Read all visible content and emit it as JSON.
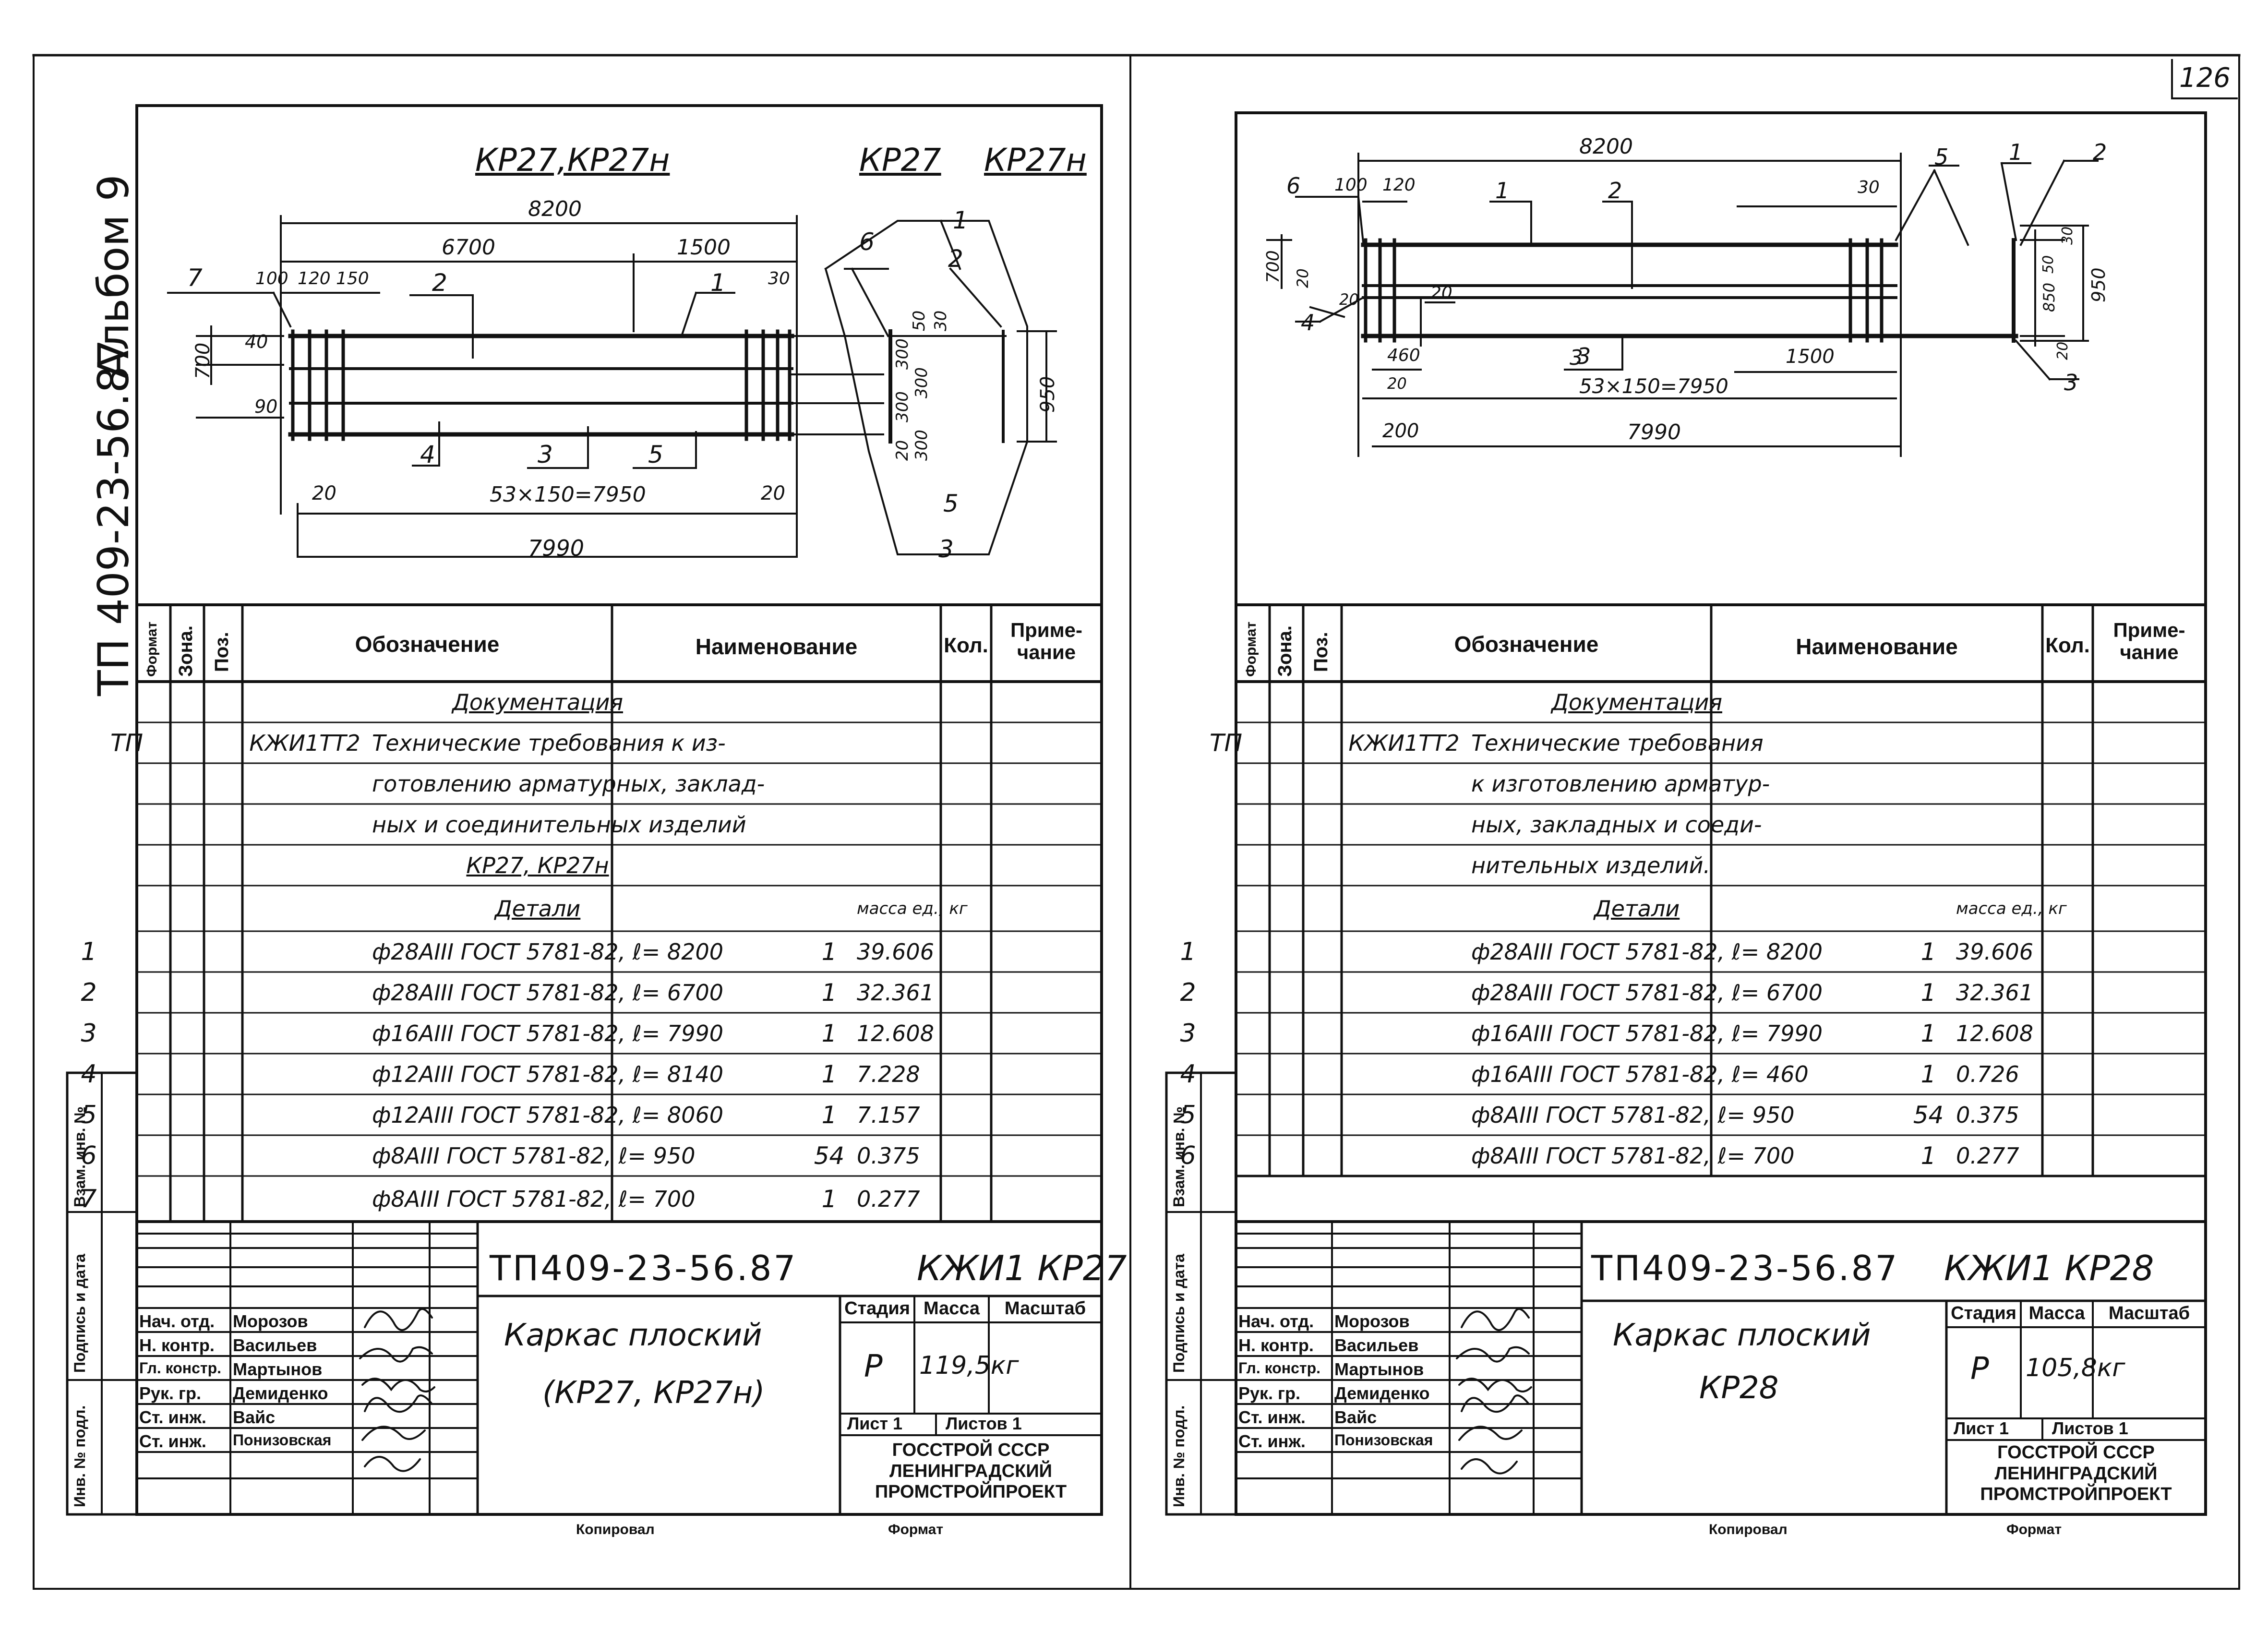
{
  "page_number": "126",
  "album": {
    "code": "ТП 409-23-56.87",
    "name": "Альбом 9"
  },
  "side_stamp": {
    "inv_podl": "Инв. № подл.",
    "sign_date": "Подпись и дата",
    "vzam_inv": "Взам. инв. №"
  },
  "table_headers": {
    "format": "Формат",
    "zone": "Зона.",
    "pos": "Поз.",
    "designation": "Обозначение",
    "name": "Наименование",
    "qty": "Кол.",
    "note": "Приме-\nчание"
  },
  "footer": {
    "copied": "Копировал",
    "format": "Формат"
  },
  "left_sheet": {
    "drawing": {
      "title_main": "КР27,КР27н",
      "title_sec_a": "КР27",
      "title_sec_b": "КР27н",
      "dims": [
        "8200",
        "6700",
        "1500",
        "100",
        "120",
        "150",
        "30",
        "700",
        "40",
        "90",
        "20",
        "53×150=7950",
        "20",
        "7990",
        "50",
        "30",
        "300",
        "300",
        "300",
        "300",
        "20",
        "950"
      ],
      "callouts": [
        "7",
        "2",
        "1",
        "6",
        "1",
        "2",
        "4",
        "3",
        "5",
        "5",
        "3"
      ]
    },
    "rows": [
      {
        "pos": "",
        "des": "",
        "code": "",
        "name": "Документация",
        "qty": "",
        "note": "",
        "underline": true
      },
      {
        "pos": "",
        "des": "ТП",
        "code": "КЖИ1ТТ2",
        "name": "Технические требования к из-",
        "qty": "",
        "note": ""
      },
      {
        "pos": "",
        "des": "",
        "code": "",
        "name": "готовлению арматурных, заклад-",
        "qty": "",
        "note": ""
      },
      {
        "pos": "",
        "des": "",
        "code": "",
        "name": "ных и соединительных изделий",
        "qty": "",
        "note": ""
      },
      {
        "pos": "",
        "des": "",
        "code": "",
        "name": "КР27, КР27н",
        "qty": "",
        "note": "",
        "underline": true
      },
      {
        "pos": "",
        "des": "",
        "code": "",
        "name": "Детали",
        "qty": "",
        "note": "масса ед., кг",
        "underline": true
      },
      {
        "pos": "1",
        "des": "",
        "code": "",
        "name": "ф28АIII ГОСТ 5781-82, ℓ= 8200",
        "qty": "1",
        "note": "39.606"
      },
      {
        "pos": "2",
        "des": "",
        "code": "",
        "name": "ф28АIII ГОСТ 5781-82, ℓ= 6700",
        "qty": "1",
        "note": "32.361"
      },
      {
        "pos": "3",
        "des": "",
        "code": "",
        "name": "ф16АIII ГОСТ 5781-82, ℓ= 7990",
        "qty": "1",
        "note": "12.608"
      },
      {
        "pos": "4",
        "des": "",
        "code": "",
        "name": "ф12АIII ГОСТ 5781-82, ℓ= 8140",
        "qty": "1",
        "note": "7.228"
      },
      {
        "pos": "5",
        "des": "",
        "code": "",
        "name": "ф12АIII ГОСТ 5781-82, ℓ= 8060",
        "qty": "1",
        "note": "7.157"
      },
      {
        "pos": "6",
        "des": "",
        "code": "",
        "name": "ф8АIII ГОСТ 5781-82, ℓ= 950",
        "qty": "54",
        "note": "0.375"
      },
      {
        "pos": "7",
        "des": "",
        "code": "",
        "name": "ф8АIII ГОСТ 5781-82, ℓ= 700",
        "qty": "1",
        "note": "0.277"
      }
    ],
    "title_block": {
      "doc_code": "ТП409-23-56.87",
      "mark": "КЖИ1 КР27",
      "name_line1": "Каркас плоский",
      "name_line2": "(КР27, КР27н)",
      "stage_label": "Стадия",
      "mass_label": "Масса",
      "scale_label": "Масштаб",
      "stage": "Р",
      "mass": "119,5кг",
      "sheet": "Лист 1",
      "sheets": "Листов 1",
      "org": [
        "ГОССТРОЙ СССР",
        "ЛЕНИНГРАДСКИЙ",
        "ПРОМСТРОЙПРОЕКТ"
      ],
      "staff": [
        {
          "role": "Нач. отд.",
          "name": "Морозов"
        },
        {
          "role": "Н. контр.",
          "name": "Васильев"
        },
        {
          "role": "Гл. констр.",
          "name": "Мартынов"
        },
        {
          "role": "Рук. гр.",
          "name": "Демиденко"
        },
        {
          "role": "Ст. инж.",
          "name": "Вайс"
        },
        {
          "role": "Ст. инж.",
          "name": "Понизовская"
        }
      ]
    }
  },
  "right_sheet": {
    "drawing": {
      "dims": [
        "8200",
        "100",
        "120",
        "30",
        "700",
        "20",
        "20",
        "20",
        "460",
        "20",
        "3",
        "1500",
        "53×150=7950",
        "200",
        "7990",
        "30",
        "50",
        "850",
        "950",
        "20"
      ],
      "callouts": [
        "6",
        "1",
        "2",
        "5",
        "1",
        "2",
        "4",
        "3",
        "3"
      ]
    },
    "rows": [
      {
        "pos": "",
        "des": "",
        "code": "",
        "name": "Документация",
        "qty": "",
        "note": "",
        "underline": true
      },
      {
        "pos": "",
        "des": "ТП",
        "code": "КЖИ1ТТ2",
        "name": "Технические требования",
        "qty": "",
        "note": ""
      },
      {
        "pos": "",
        "des": "",
        "code": "",
        "name": "к изготовлению арматур-",
        "qty": "",
        "note": ""
      },
      {
        "pos": "",
        "des": "",
        "code": "",
        "name": "ных, закладных и соеди-",
        "qty": "",
        "note": ""
      },
      {
        "pos": "",
        "des": "",
        "code": "",
        "name": "нительных изделий.",
        "qty": "",
        "note": ""
      },
      {
        "pos": "",
        "des": "",
        "code": "",
        "name": "Детали",
        "qty": "",
        "note": "масса ед., кг",
        "underline": true
      },
      {
        "pos": "1",
        "des": "",
        "code": "",
        "name": "ф28АIII ГОСТ 5781-82, ℓ= 8200",
        "qty": "1",
        "note": "39.606"
      },
      {
        "pos": "2",
        "des": "",
        "code": "",
        "name": "ф28АIII ГОСТ 5781-82, ℓ= 6700",
        "qty": "1",
        "note": "32.361"
      },
      {
        "pos": "3",
        "des": "",
        "code": "",
        "name": "ф16АIII ГОСТ 5781-82, ℓ= 7990",
        "qty": "1",
        "note": "12.608"
      },
      {
        "pos": "4",
        "des": "",
        "code": "",
        "name": "ф16АIII ГОСТ 5781-82, ℓ= 460",
        "qty": "1",
        "note": "0.726"
      },
      {
        "pos": "5",
        "des": "",
        "code": "",
        "name": "ф8АIII ГОСТ 5781-82, ℓ= 950",
        "qty": "54",
        "note": "0.375"
      },
      {
        "pos": "6",
        "des": "",
        "code": "",
        "name": "ф8АIII ГОСТ 5781-82, ℓ= 700",
        "qty": "1",
        "note": "0.277"
      }
    ],
    "title_block": {
      "doc_code": "ТП409-23-56.87",
      "mark": "КЖИ1 КР28",
      "name_line1": "Каркас плоский",
      "name_line2": "КР28",
      "stage_label": "Стадия",
      "mass_label": "Масса",
      "scale_label": "Масштаб",
      "stage": "Р",
      "mass": "105,8кг",
      "sheet": "Лист 1",
      "sheets": "Листов 1",
      "org": [
        "ГОССТРОЙ СССР",
        "ЛЕНИНГРАДСКИЙ",
        "ПРОМСТРОЙПРОЕКТ"
      ],
      "staff": [
        {
          "role": "Нач. отд.",
          "name": "Морозов"
        },
        {
          "role": "Н. контр.",
          "name": "Васильев"
        },
        {
          "role": "Гл. констр.",
          "name": "Мартынов"
        },
        {
          "role": "Рук. гр.",
          "name": "Демиденко"
        },
        {
          "role": "Ст. инж.",
          "name": "Вайс"
        },
        {
          "role": "Ст. инж.",
          "name": "Понизовская"
        }
      ]
    }
  }
}
